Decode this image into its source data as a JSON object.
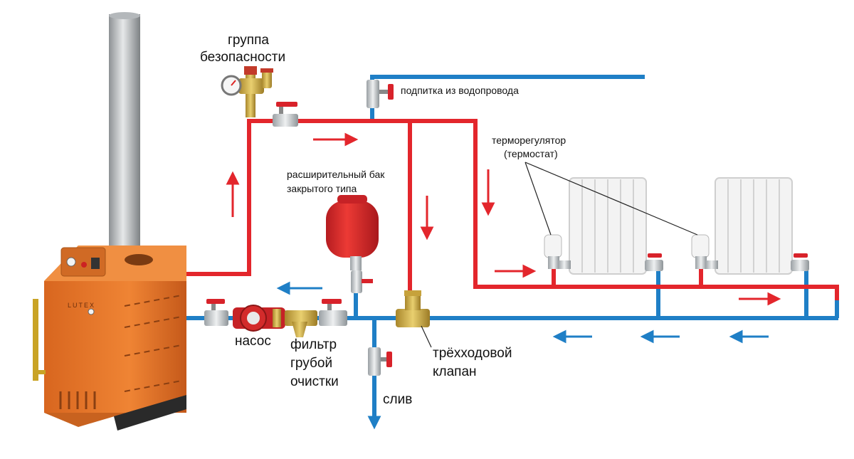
{
  "diagram": {
    "colors": {
      "supply_pipe": "#e3262c",
      "return_pipe": "#1f7fc6",
      "boiler_body": "#e8772d",
      "boiler_dark": "#c8621f",
      "chimney": "#c9ccce",
      "tank": "#e0262a",
      "brass": "#d4b04a",
      "valve_handle": "#d8222a",
      "radiator": "#f2f2f2"
    },
    "boiler_brand": "LUTEX",
    "labels": {
      "safety_group_line1": "группа",
      "safety_group_line2": "безопасности",
      "makeup": "подпитка из водопровода",
      "thermostat_line1": "терморегулятор",
      "thermostat_line2": "(термостат)",
      "tank_line1": "расширительный бак",
      "tank_line2": "закрытого типа",
      "pump": "насос",
      "filter_line1": "фильтр",
      "filter_line2": "грубой",
      "filter_line3": "очистки",
      "threeway_line1": "трёхходовой",
      "threeway_line2": "клапан",
      "drain": "слив"
    },
    "icons": [
      "pressure-gauge-icon",
      "ball-valve-icon",
      "pump-icon",
      "filter-icon",
      "expansion-tank-icon",
      "three-way-valve-icon",
      "thermostat-head-icon",
      "radiator-icon",
      "flow-arrow-icon"
    ]
  }
}
